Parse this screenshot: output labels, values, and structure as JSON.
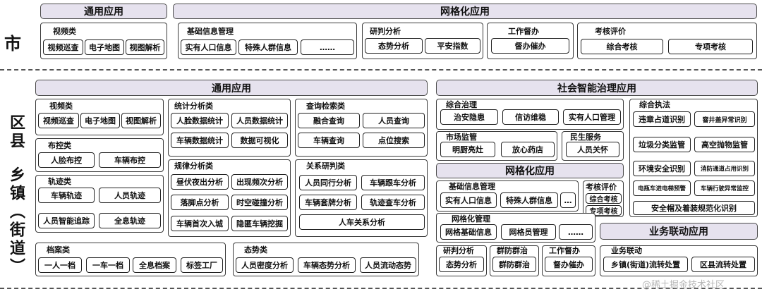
{
  "city": {
    "side_label": "市",
    "general_title": "通用应用",
    "grid_title": "网格化应用",
    "video": {
      "label": "视频类",
      "items": [
        "视频巡查",
        "电子地图",
        "视图解析"
      ]
    },
    "basic_info": {
      "label": "基础信息管理",
      "items": [
        "实有人口信息",
        "特殊人群信息",
        "……"
      ]
    },
    "analysis": {
      "label": "研判分析",
      "items": [
        "态势分析",
        "平安指数"
      ]
    },
    "supervise": {
      "label": "工作督办",
      "items": [
        "督办催办"
      ]
    },
    "assessment": {
      "label": "考核评价",
      "items": [
        "综合考核",
        "专项考核"
      ]
    }
  },
  "county": {
    "side_label_1": "区县",
    "side_label_2": "乡镇（街道）",
    "general_title": "通用应用",
    "social_title": "社会智能治理应用",
    "grid_title": "网格化应用",
    "linkage_title": "业务联动应用",
    "video": {
      "label": "视频类",
      "items": [
        "视频巡查",
        "电子地图",
        "视图解析"
      ]
    },
    "deploy": {
      "label": "布控类",
      "items": [
        "人脸布控",
        "车辆布控"
      ]
    },
    "track": {
      "label": "轨迹类",
      "items": [
        "车辆轨迹",
        "人员轨迹",
        "人员智能追踪",
        "全息轨迹"
      ]
    },
    "stats": {
      "label": "统计分析类",
      "items": [
        "人脸数据统计",
        "人员数据统计",
        "车辆数据统计",
        "数据可视化"
      ]
    },
    "query": {
      "label": "查询检索类",
      "items": [
        "融合查询",
        "人员查询",
        "车辆查询",
        "点位搜索"
      ]
    },
    "pattern": {
      "label": "规律分析类",
      "items": [
        "昼伏夜出分析",
        "出现频次分析",
        "落脚点分析",
        "时空碰撞分析",
        "车辆首次入城",
        "隐匿车辆挖掘"
      ]
    },
    "relation": {
      "label": "关系研判类",
      "items": [
        "人员同行分析",
        "车辆跟车分析",
        "车辆套牌分析",
        "轨迹查车分析",
        "人车关系分析"
      ]
    },
    "archive": {
      "label": "档案类",
      "items": [
        "一人一档",
        "一车一档",
        "全息档案",
        "标签工厂"
      ]
    },
    "situation": {
      "label": "态势类",
      "items": [
        "人员密度分析",
        "车辆态势分析",
        "人员流动态势"
      ]
    },
    "comp_gov": {
      "label": "综合治理",
      "items": [
        "治安隐患",
        "信访维稳",
        "实有人口管理"
      ]
    },
    "market": {
      "label": "市场监管",
      "items": [
        "明厨亮灶",
        "放心药店"
      ]
    },
    "livelihood": {
      "label": "民生服务",
      "items": [
        "人员关怀"
      ]
    },
    "law": {
      "label": "综合执法",
      "items": [
        "违章占道识别",
        "窨井盖异常识别",
        "垃圾分类监管",
        "高空抛物监管",
        "环境安全识别",
        "消防通道占用识别",
        "电瓶车进电梯预警",
        "车辆行驶异常监控",
        "安全帽及着装规范化识别"
      ]
    },
    "basic_info": {
      "label": "基础信息管理",
      "items": [
        "实有人口信息",
        "特殊人群信息",
        "…"
      ]
    },
    "assessment": {
      "label": "考核评价",
      "items": [
        "综合考核",
        "专项考核"
      ]
    },
    "grid_mgmt": {
      "label": "网格化管理",
      "items": [
        "网格基础信息",
        "网格员管理",
        "……"
      ]
    },
    "analysis": {
      "label": "研判分析",
      "items": [
        "态势分析"
      ]
    },
    "prevention": {
      "label": "群防群治",
      "items": [
        "群防群治"
      ]
    },
    "supervise": {
      "label": "工作督办",
      "items": [
        "督办催办"
      ]
    },
    "linkage": {
      "label": "业务联动",
      "items": [
        "乡镇(街道)流转处置",
        "区县流转处置"
      ]
    }
  },
  "watermark": "@稀土掘金技术社区"
}
